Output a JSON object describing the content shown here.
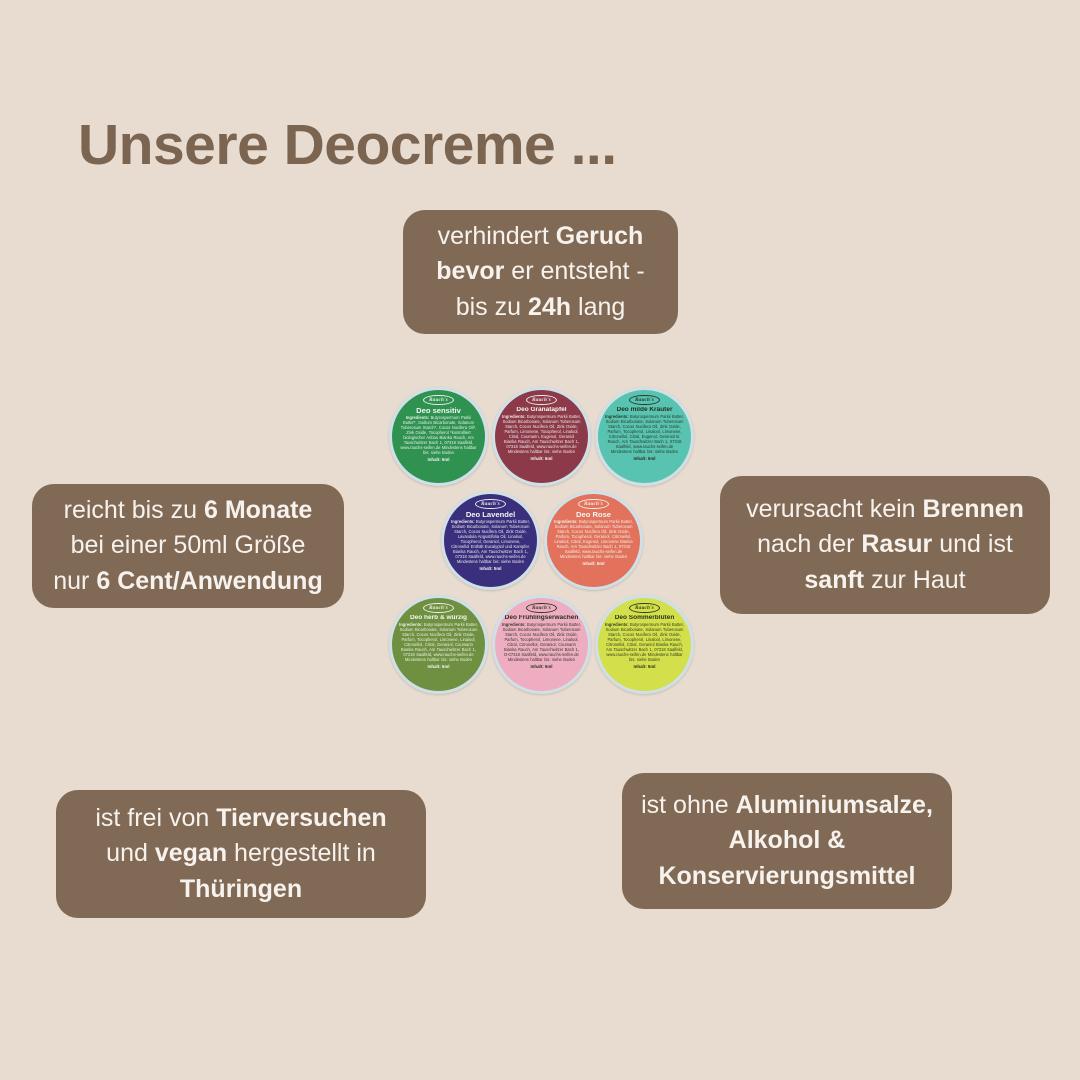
{
  "page": {
    "title": "Unsere Deocreme ...",
    "background_color": "#e8dcd1",
    "title_color": "#7b6450",
    "bubble_color": "#806a55",
    "bubble_text_color": "#f7f2ed"
  },
  "bubbles": {
    "odor": {
      "name": "prevents-odor",
      "lines": [
        [
          {
            "t": "verhindert ",
            "b": false
          },
          {
            "t": "Geruch",
            "b": true
          }
        ],
        [
          {
            "t": "bevor",
            "b": true
          },
          {
            "t": " er entsteht -",
            "b": false
          }
        ],
        [
          {
            "t": "bis zu ",
            "b": false
          },
          {
            "t": "24h",
            "b": true
          },
          {
            "t": " lang",
            "b": false
          }
        ]
      ],
      "plain": "verhindert Geruch bevor er entsteht - bis zu 24h lang"
    },
    "lasts": {
      "name": "lasts-six-months",
      "lines": [
        [
          {
            "t": "reicht bis zu ",
            "b": false
          },
          {
            "t": "6 Monate",
            "b": true
          }
        ],
        [
          {
            "t": "bei einer 50ml Größe",
            "b": false
          }
        ],
        [
          {
            "t": "nur ",
            "b": false
          },
          {
            "t": "6 Cent/Anwendung",
            "b": true
          }
        ]
      ],
      "plain": "reicht bis zu 6 Monate bei einer 50ml Größe nur 6 Cent/Anwendung"
    },
    "gentle": {
      "name": "no-burning",
      "lines": [
        [
          {
            "t": "verursacht kein ",
            "b": false
          },
          {
            "t": "Brennen",
            "b": true
          }
        ],
        [
          {
            "t": "nach der ",
            "b": false
          },
          {
            "t": "Rasur",
            "b": true
          },
          {
            "t": " und ist",
            "b": false
          }
        ],
        [
          {
            "t": "sanft",
            "b": true
          },
          {
            "t": " zur Haut",
            "b": false
          }
        ]
      ],
      "plain": "verursacht kein Brennen nach der Rasur und ist sanft zur Haut"
    },
    "vegan": {
      "name": "cruelty-free-vegan",
      "lines": [
        [
          {
            "t": "ist frei von ",
            "b": false
          },
          {
            "t": "Tierversuchen",
            "b": true
          }
        ],
        [
          {
            "t": "und ",
            "b": false
          },
          {
            "t": "vegan",
            "b": true
          },
          {
            "t": " hergestellt in",
            "b": false
          }
        ],
        [
          {
            "t": "Thüringen",
            "b": true
          }
        ]
      ],
      "plain": "ist frei von Tierversuchen und vegan hergestellt in Thüringen"
    },
    "free": {
      "name": "free-from-additives",
      "lines": [
        [
          {
            "t": "ist ohne ",
            "b": false
          },
          {
            "t": "Aluminiumsalze,",
            "b": true
          }
        ],
        [
          {
            "t": "Alkohol &",
            "b": true
          }
        ],
        [
          {
            "t": "Konservierungsmittel",
            "b": true
          }
        ]
      ],
      "plain": "ist ohne Aluminiumsalze, Alkohol & Konservierungsmittel"
    }
  },
  "brand": "Rauch's",
  "tins": [
    {
      "name": "Deo sensitiv",
      "lid_color": "#2f9251",
      "text_tone": "light",
      "ingredients_lead": "Ingredients:",
      "ingredients": "Butyrospermum Parkii Butter*, Sodium Bicarbonate, Solanum Tuberosum Starch*, Cocos Nucifera Oil*, Zink Oxide, Tocopherol *kontrolliert biologischer Anbau Bianka Rauch, Am Tauschwitzer Bach 1, 07318 Saalfeld, www.rauchs-seifen.de Mindestens haltbar bis: siehe Boden",
      "volume": "Inhalt: 5ml"
    },
    {
      "name": "Deo Granatapfel",
      "lid_color": "#8c3a4a",
      "text_tone": "light",
      "ingredients_lead": "Ingredients:",
      "ingredients": "Butyrospermum Parkii Butter, Sodium Bicarbonate, Solanum Tuberosum Starch, Cocos Nucifera Oil, Zink Oxide, Parfum, Limonene, Tocopherol, Linalool, Citral, Coumarin, Eugenol, Geraniol Bianka Rauch, Am Tauschwitzer Bach 1, 07318 Saalfeld, www.rauchs-seifen.de Mindestens haltbar bis: siehe Boden",
      "volume": "Inhalt: 5ml"
    },
    {
      "name": "Deo milde Kräuter",
      "lid_color": "#57c3b0",
      "text_tone": "dark",
      "ingredients_lead": "Ingredients:",
      "ingredients": "Butyrospermum Parkii Butter, Sodium Bicarbonate, Solanum Tuberosum Starch, Cocos Nucifera Oil, Zink Oxide, Parfum, Tocopherol, Linalool, Limonene, Citronellol, Citral, Eugenol, Geraniol B. Rauch, Am Tauschwitzer Bach 1, 07318 Saalfeld, www.rauchs-seifen.de Mindestens haltbar bis: siehe Boden",
      "volume": "Inhalt: 5ml"
    },
    {
      "name": "Deo Lavendel",
      "lid_color": "#3a2f7d",
      "text_tone": "light",
      "ingredients_lead": "Ingredients:",
      "ingredients": "Butyrospermum Parkii Butter, Sodium Bicarbonate, Solanum Tuberosum Starch, Cocos Nucifera Oil, Zink Oxide, Lavandula Angustifolia Oil, Linalool, Tocopherol, Geraniol, Limonene, Citronellol Enthält Eucalyptol und Kampfer. Bianka Rauch, Am Tauschwitzer Bach 1, 07318 Saalfeld, www.rauchs-seifen.de Mindestens haltbar bis: siehe Boden",
      "volume": "Inhalt: 5ml"
    },
    {
      "name": "Deo Rose",
      "lid_color": "#e2725b",
      "text_tone": "light",
      "ingredients_lead": "Ingredients:",
      "ingredients": "Butyrospermum Parkii Butter, Sodium Bicarbonate, Solanum Tuberosum Starch, Cocos Nucifera Oil, Zink Oxide, Parfum, Tocopherol, Geraniol, Citronellol, Linalool, Citral, Eugenol, Limonene Bianka Rauch, Am Tauschwitzer Bach 1, 07318 Saalfeld, www.rauchs-seifen.de Mindestens haltbar bis: siehe Boden",
      "volume": "Inhalt: 5ml"
    },
    {
      "name": "Deo herb & würzig",
      "lid_color": "#6f9040",
      "text_tone": "light",
      "ingredients_lead": "Ingredients:",
      "ingredients": "Butyrospermum Parkii Butter, Sodium Bicarbonate, Solanum Tuberosum Starch, Cocos Nucifera Oil, Zink Oxide, Parfum, Tocopherol, Limonene, Linalool, Citronellol, Citral, Geraniol, Coumarin Bianka Rauch, Am Tauschwitzer Bach 1, 07318 Saalfeld, www.rauchs-seifen.de Mindestens haltbar bis: siehe Boden",
      "volume": "Inhalt: 5ml"
    },
    {
      "name": "Deo Frühlingserwachen",
      "lid_color": "#eeadc0",
      "text_tone": "dark",
      "ingredients_lead": "Ingredients:",
      "ingredients": "Butyrospermum Parkii Butter, Sodium Bicarbonate, Solanum Tuberosum Starch, Cocos Nucifera Oil, Zink Oxide, Parfum, Tocopherol, Limonene, Linalool, Citral, Citronellol, Geraniol, Coumarin Bianka Rauch, Am Tauschwitzer Bach 1, D-07318 Saalfeld, www.rauchs-seifen.de Mindestens haltbar bis: siehe Boden",
      "volume": "Inhalt: 5ml"
    },
    {
      "name": "Deo Sommerblüten",
      "lid_color": "#d3e04b",
      "text_tone": "dark",
      "ingredients_lead": "Ingredients:",
      "ingredients": "Butyrospermum Parkii Butter, Sodium Bicarbonate, Solanum Tuberosum Starch, Cocos Nucifera Oil, Zink Oxide, Parfum, Tocopherol, Linalool, Limonene, Citronellol, Citral, Geraniol Bianka Rauch, Am Tauschwitzer Bach 1, 07318 Saalfeld, www.rauchs-seifen.de Mindestens haltbar bis: siehe Boden",
      "volume": "Inhalt: 5ml"
    }
  ]
}
